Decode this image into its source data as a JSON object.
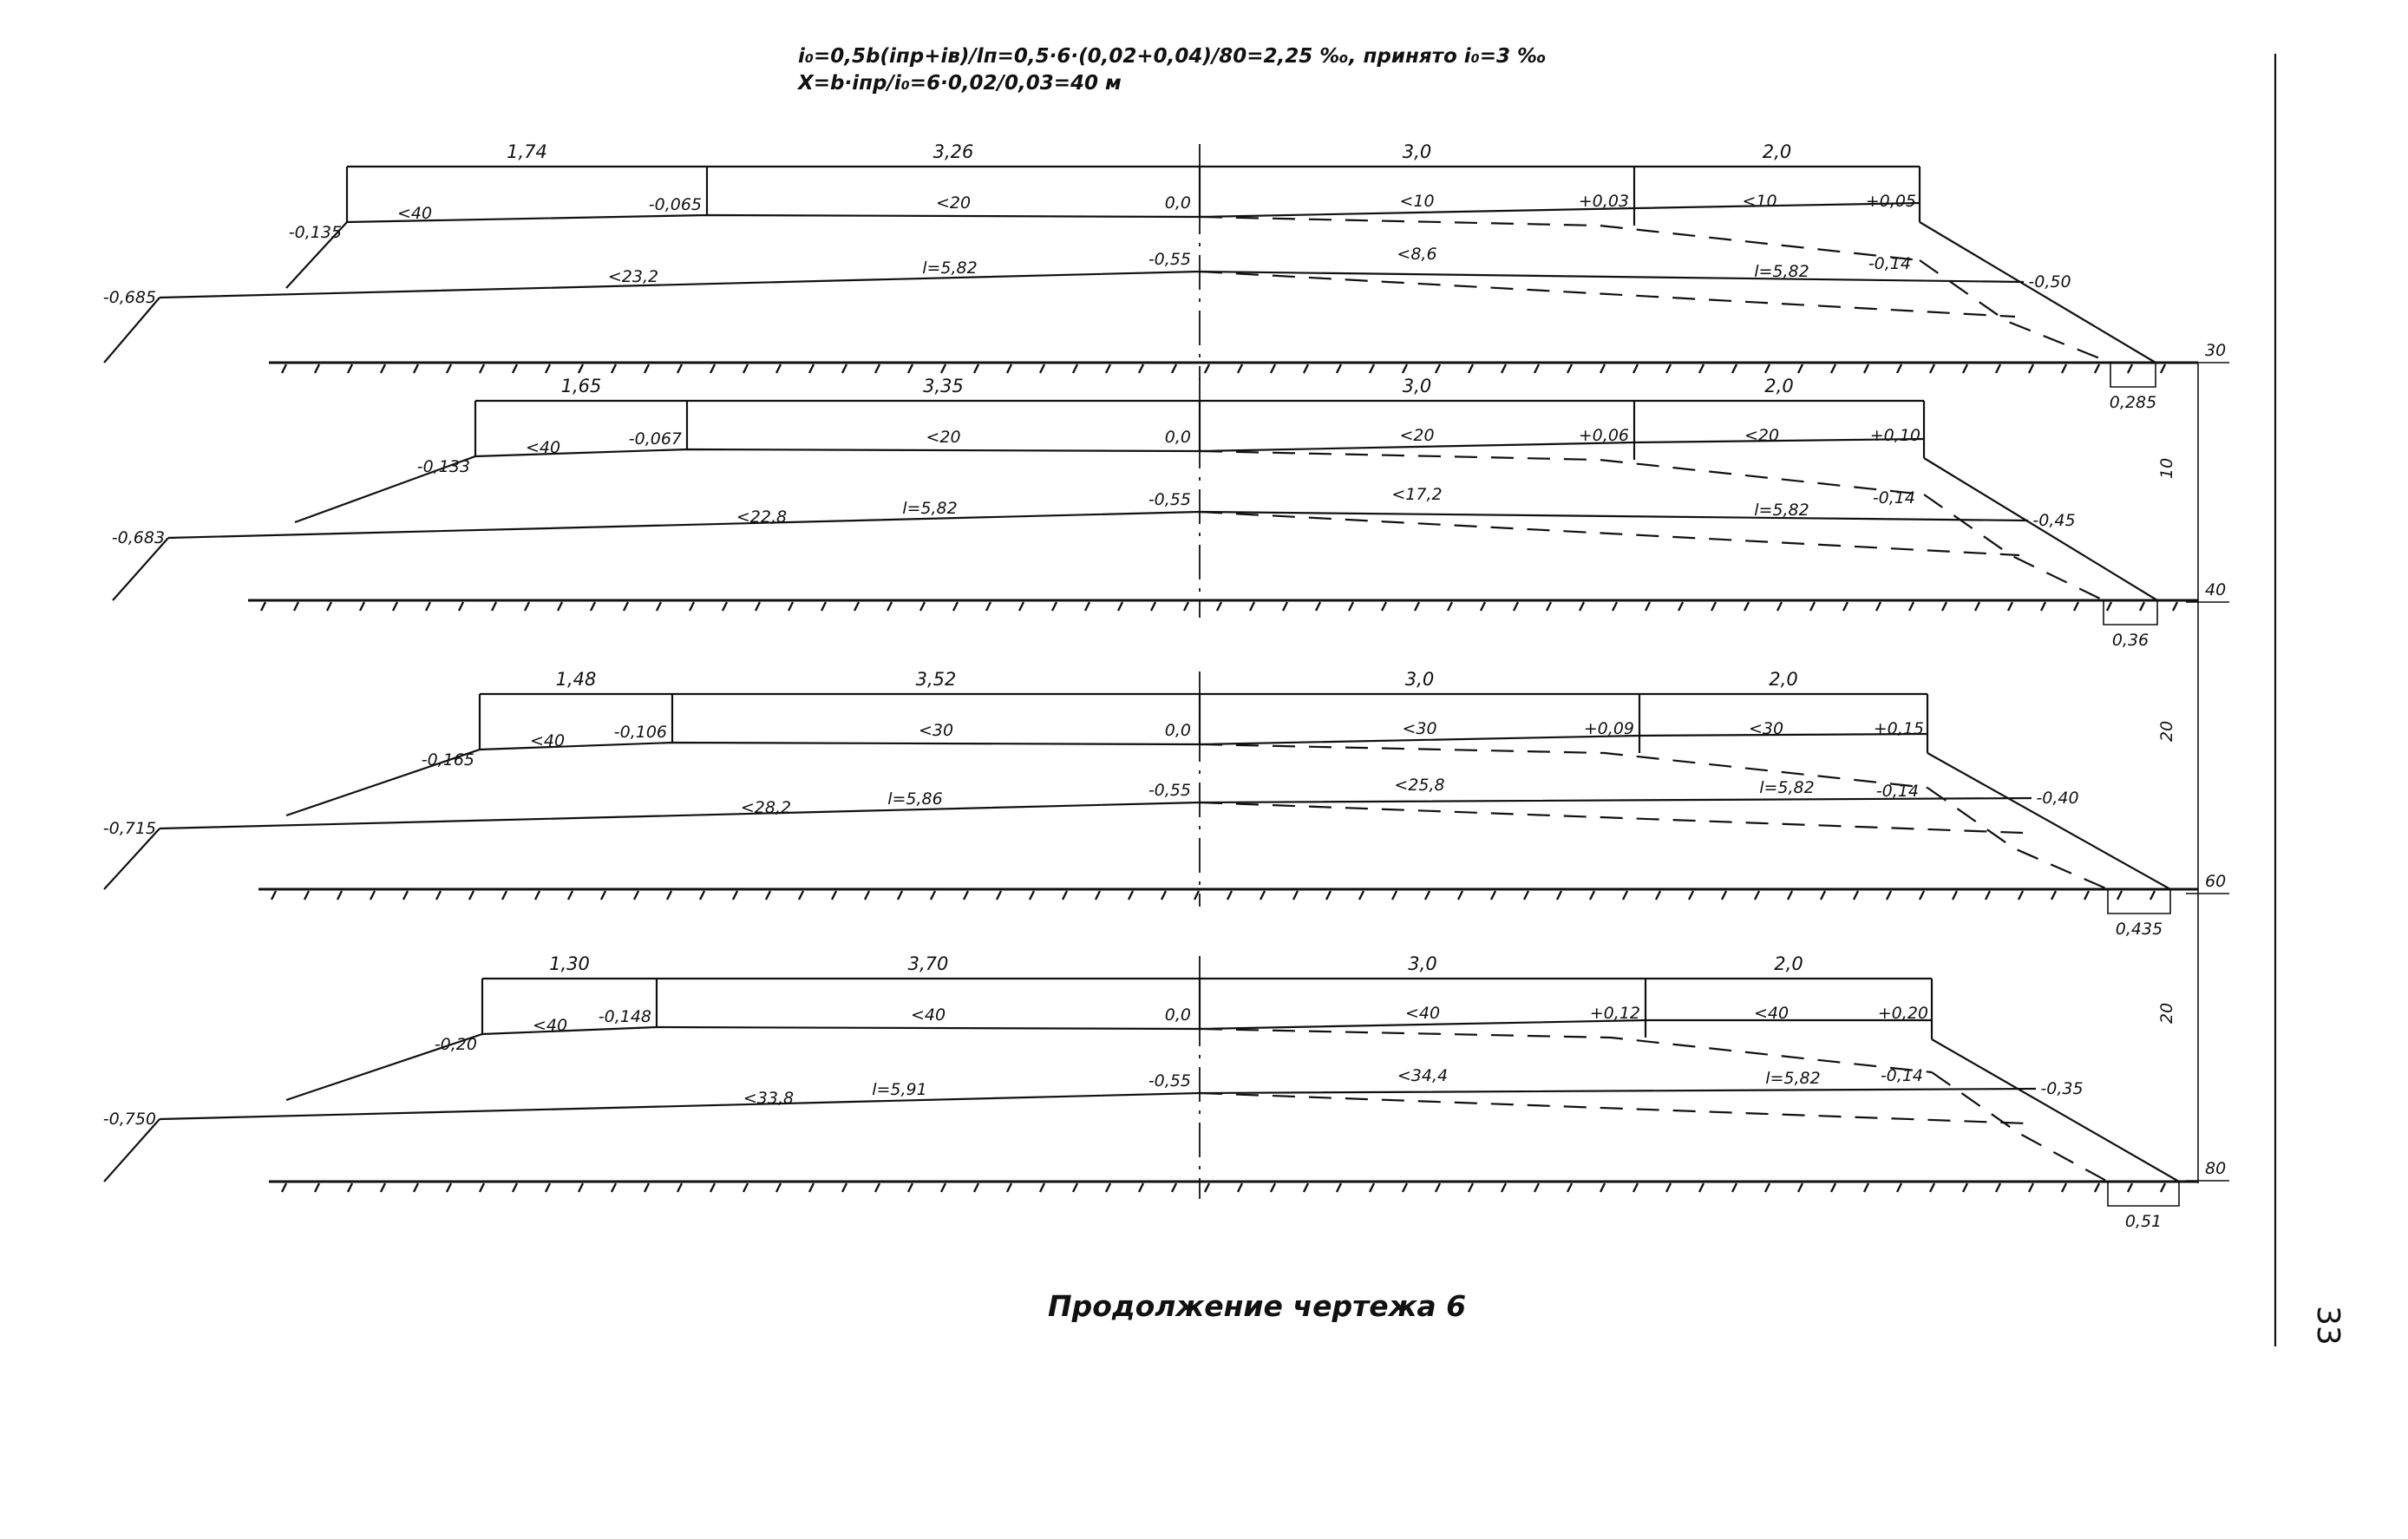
{
  "header": {
    "line1": "i₀=0,5b(iпр+iв)/lп=0,5·6·(0,02+0,04)/80=2,25 ‰, принято i₀=3 ‰",
    "line2": "X=b·iпр/i₀=6·0,02/0,03=40 м"
  },
  "caption": "Продолжение чертежа 6",
  "page_number": "33",
  "stations": [
    "30",
    "10",
    "40",
    "20",
    "60",
    "20",
    "80"
  ],
  "sections": [
    {
      "dims": [
        "1,74",
        "3,26",
        "3,0",
        "2,0"
      ],
      "left_edge_top": "-0,135",
      "left_slope": "<40",
      "left_break": "-0,065",
      "left_main_slope": "<20",
      "axis_top": "0,0",
      "right_slope1": "<10",
      "right_mid": "+0,03",
      "right_slope2": "<10",
      "right_edge": "+0,05",
      "right_dash_mark": "-0,14",
      "right_bottom_edge": "-0,50",
      "left_bottom_edge": "-0,685",
      "left_bottom_slope": "<23,2",
      "left_bottom_l": "l=5,82",
      "axis_bottom": "-0,55",
      "right_bottom_slope": "<8,6",
      "right_bottom_l": "l=5,82",
      "toe": "0,285"
    },
    {
      "dims": [
        "1,65",
        "3,35",
        "3,0",
        "2,0"
      ],
      "left_edge_top": "-0,133",
      "left_slope": "<40",
      "left_break": "-0,067",
      "left_main_slope": "<20",
      "axis_top": "0,0",
      "right_slope1": "<20",
      "right_mid": "+0,06",
      "right_slope2": "<20",
      "right_edge": "+0,10",
      "right_dash_mark": "-0,14",
      "right_bottom_edge": "-0,45",
      "left_bottom_edge": "-0,683",
      "left_bottom_slope": "<22,8",
      "left_bottom_l": "l=5,82",
      "axis_bottom": "-0,55",
      "right_bottom_slope": "<17,2",
      "right_bottom_l": "l=5,82",
      "toe": "0,36"
    },
    {
      "dims": [
        "1,48",
        "3,52",
        "3,0",
        "2,0"
      ],
      "left_edge_top": "-0,165",
      "left_slope": "<40",
      "left_break": "-0,106",
      "left_main_slope": "<30",
      "axis_top": "0,0",
      "right_slope1": "<30",
      "right_mid": "+0,09",
      "right_slope2": "<30",
      "right_edge": "+0,15",
      "right_dash_mark": "-0,14",
      "right_bottom_edge": "-0,40",
      "left_bottom_edge": "-0,715",
      "left_bottom_slope": "<28,2",
      "left_bottom_l": "l=5,86",
      "axis_bottom": "-0,55",
      "right_bottom_slope": "<25,8",
      "right_bottom_l": "l=5,82",
      "toe": "0,435"
    },
    {
      "dims": [
        "1,30",
        "3,70",
        "3,0",
        "2,0"
      ],
      "left_edge_top": "-0,20",
      "left_slope": "<40",
      "left_break": "-0,148",
      "left_main_slope": "<40",
      "axis_top": "0,0",
      "right_slope1": "<40",
      "right_mid": "+0,12",
      "right_slope2": "<40",
      "right_edge": "+0,20",
      "right_dash_mark": "-0,14",
      "right_bottom_edge": "-0,35",
      "left_bottom_edge": "-0,750",
      "left_bottom_slope": "<33,8",
      "left_bottom_l": "l=5,91",
      "axis_bottom": "-0,55",
      "right_bottom_slope": "<34,4",
      "right_bottom_l": "l=5,82",
      "toe": "0,51"
    }
  ]
}
